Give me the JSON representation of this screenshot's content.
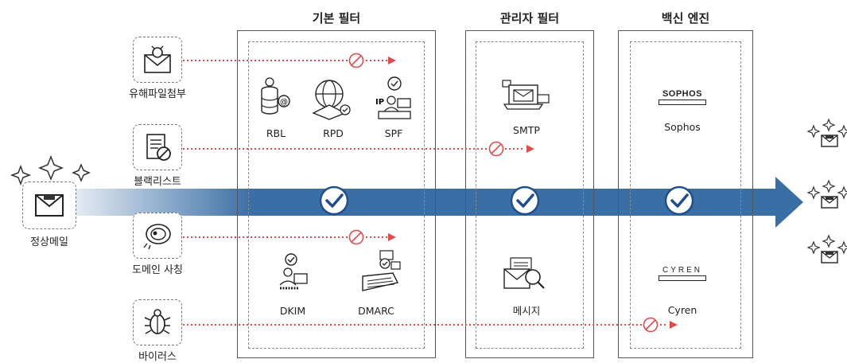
{
  "filters": [
    {
      "title": "기본 필터",
      "items": [
        "RBL",
        "RPD",
        "SPF",
        "DKIM",
        "DMARC"
      ]
    },
    {
      "title": "관리자 필터",
      "items": [
        "SMTP",
        "메시지"
      ]
    },
    {
      "title": "백신 엔진",
      "items": [
        "Sophos",
        "Cyren"
      ]
    }
  ],
  "threats": [
    "유해파일첨부",
    "블랙리스트",
    "도메인 사칭",
    "바이러스"
  ],
  "normal_mail": "정상메일",
  "logos": {
    "sophos": "SOPHOS",
    "cyren": "CYREN"
  },
  "colors": {
    "arrow": "#3a6fa5",
    "block": "#e24b4b",
    "check": "#1f4e8c"
  }
}
